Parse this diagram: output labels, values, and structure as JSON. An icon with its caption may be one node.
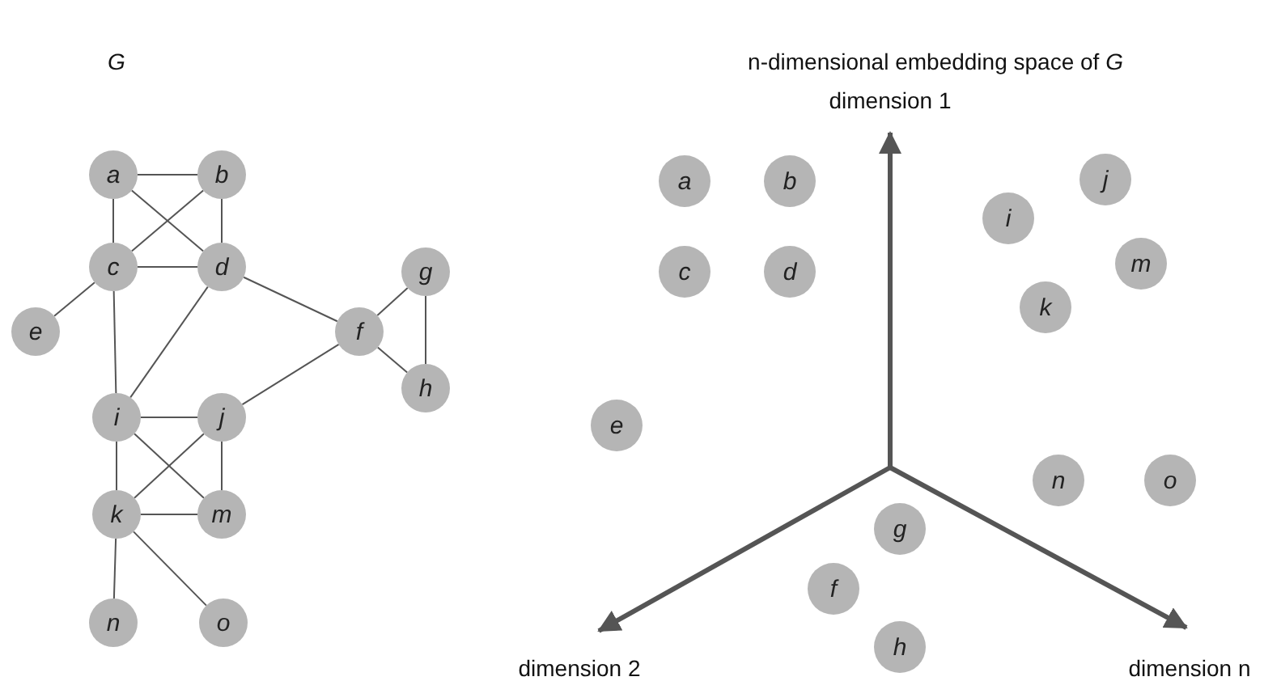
{
  "diagram": {
    "nodes": [
      {
        "text": [
          "a"
        ]
      },
      {
        "text": [
          "b"
        ]
      },
      {
        "text": [
          "c"
        ]
      },
      {
        "text": [
          "d"
        ]
      },
      {
        "text": [
          "e"
        ]
      },
      {
        "text": [
          "f"
        ]
      },
      {
        "text": [
          "g"
        ]
      },
      {
        "text": [
          "h"
        ]
      },
      {
        "text": [
          "i"
        ]
      },
      {
        "text": [
          "j"
        ]
      },
      {
        "text": [
          "k"
        ]
      },
      {
        "text": [
          "m"
        ]
      },
      {
        "text": [
          "n"
        ]
      },
      {
        "text": [
          "o"
        ]
      },
      {
        "text": [
          "a"
        ]
      },
      {
        "text": [
          "b"
        ]
      },
      {
        "text": [
          "c"
        ]
      },
      {
        "text": [
          "d"
        ]
      },
      {
        "text": [
          "e"
        ]
      },
      {
        "text": [
          "f"
        ]
      },
      {
        "text": [
          "g"
        ]
      },
      {
        "text": [
          "h"
        ]
      },
      {
        "text": [
          "i"
        ]
      },
      {
        "text": [
          "j"
        ]
      },
      {
        "text": [
          "k"
        ]
      },
      {
        "text": [
          "m"
        ]
      },
      {
        "text": [
          "n"
        ]
      },
      {
        "text": [
          "o"
        ]
      }
    ],
    "edges": [
      {
        "from": 0,
        "to": 1,
        "arrow": "none"
      },
      {
        "from": 0,
        "to": 2,
        "arrow": "none"
      },
      {
        "from": 0,
        "to": 3,
        "arrow": "none"
      },
      {
        "from": 1,
        "to": 2,
        "arrow": "none"
      },
      {
        "from": 1,
        "to": 3,
        "arrow": "none"
      },
      {
        "from": 2,
        "to": 3,
        "arrow": "none"
      },
      {
        "from": 2,
        "to": 4,
        "arrow": "none"
      },
      {
        "from": 2,
        "to": 8,
        "arrow": "none"
      },
      {
        "from": 3,
        "to": 8,
        "arrow": "none"
      },
      {
        "from": 3,
        "to": 5,
        "arrow": "none"
      },
      {
        "from": 5,
        "to": 6,
        "arrow": "none"
      },
      {
        "from": 5,
        "to": 7,
        "arrow": "none"
      },
      {
        "from": 6,
        "to": 7,
        "arrow": "none"
      },
      {
        "from": 5,
        "to": 9,
        "arrow": "none"
      },
      {
        "from": 8,
        "to": 9,
        "arrow": "none"
      },
      {
        "from": 8,
        "to": 10,
        "arrow": "none"
      },
      {
        "from": 8,
        "to": 11,
        "arrow": "none"
      },
      {
        "from": 9,
        "to": 10,
        "arrow": "none"
      },
      {
        "from": 9,
        "to": 11,
        "arrow": "none"
      },
      {
        "from": 10,
        "to": 11,
        "arrow": "none"
      },
      {
        "from": 10,
        "to": 12,
        "arrow": "none"
      },
      {
        "from": 10,
        "to": 13,
        "arrow": "none"
      }
    ],
    "labels": [
      "*G*",
      "n-dimensional embedding space of *G*",
      "dimension 1",
      "dimension 2",
      "dimension n"
    ]
  }
}
